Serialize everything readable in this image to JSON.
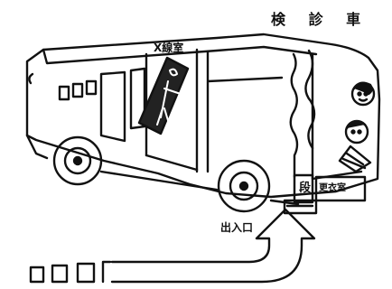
{
  "title": "検 診 車",
  "labels": {
    "xray_room": "X線室",
    "entrance": "出入口",
    "step": "段",
    "dressing_room": "更衣室"
  },
  "colors": {
    "ink": "#111111",
    "background": "#ffffff"
  },
  "icons": [
    "bus",
    "x-ray-bed",
    "person",
    "arrow"
  ]
}
